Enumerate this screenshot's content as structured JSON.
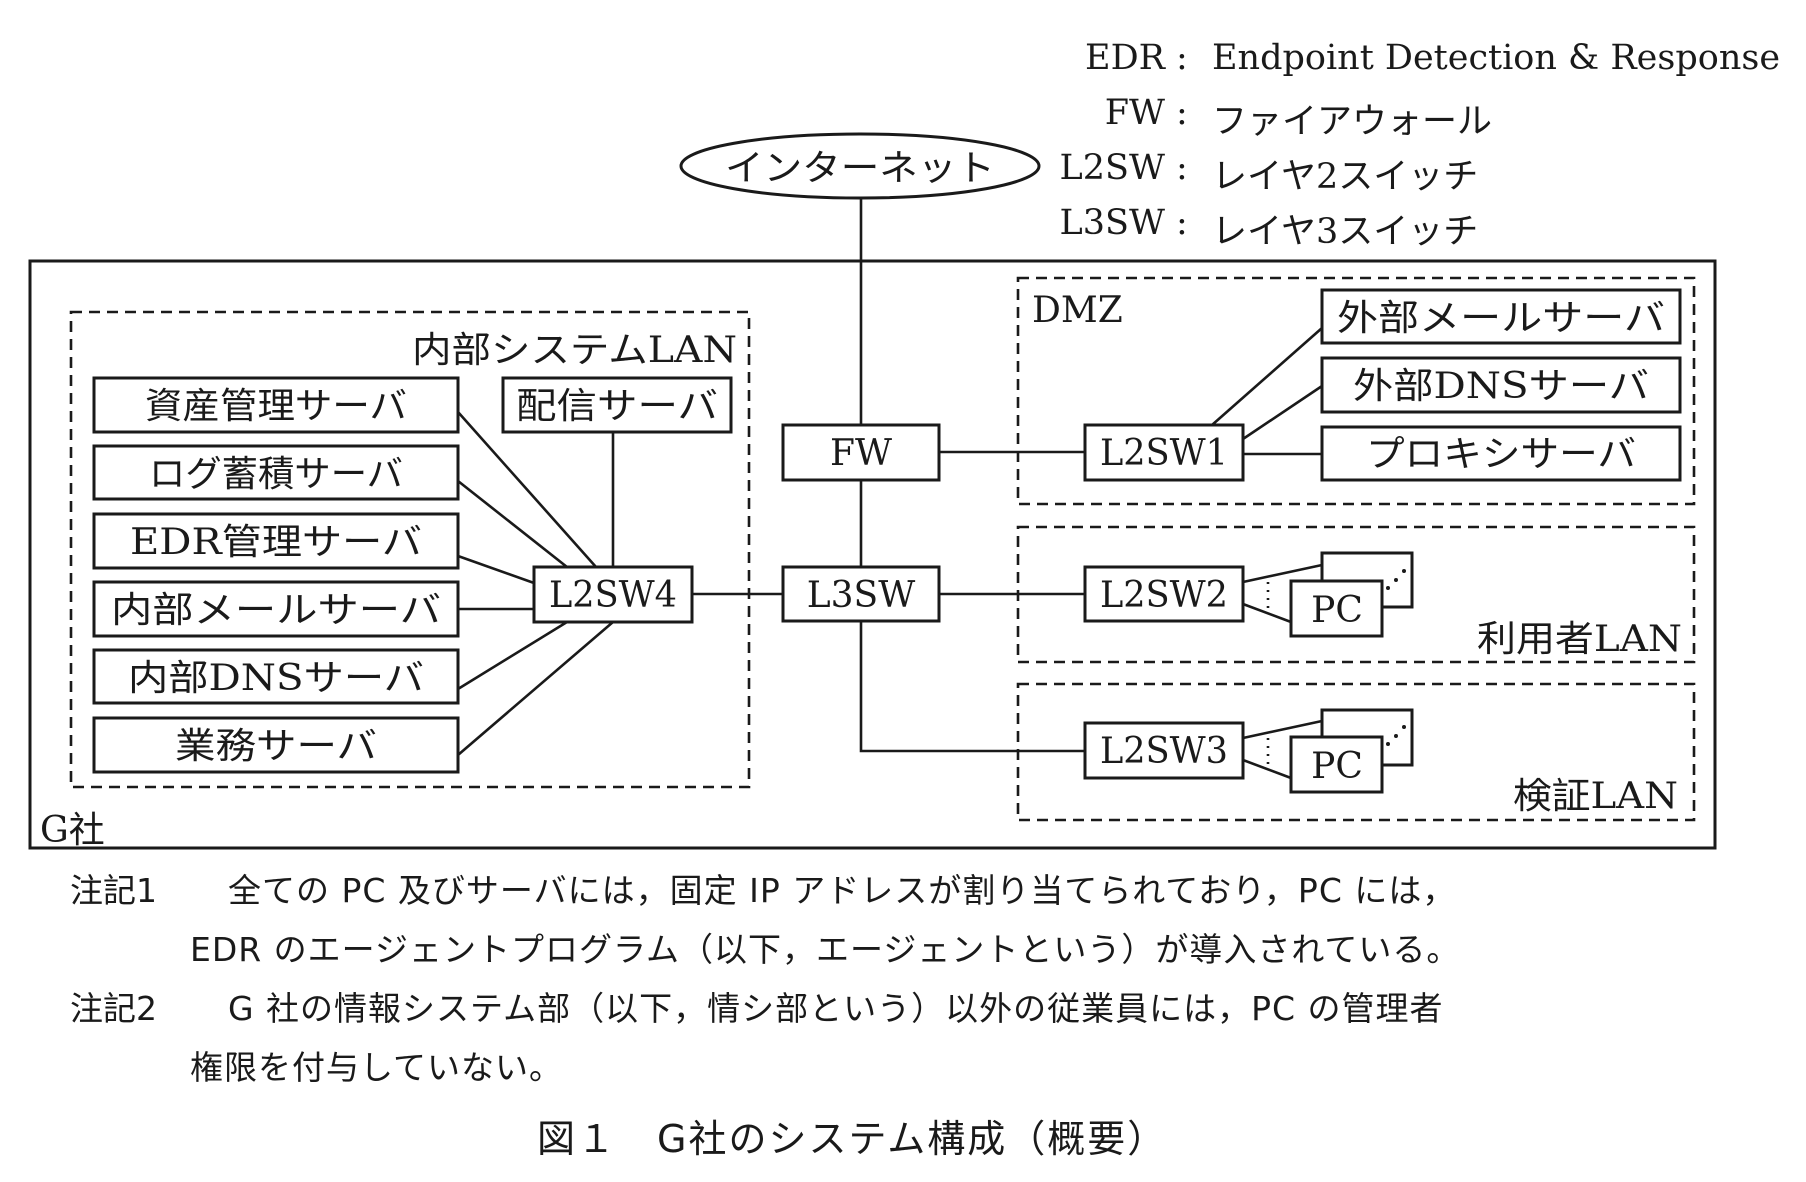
{
  "legend": [
    {
      "abbr": "EDR",
      "definition": "Endpoint Detection & Response"
    },
    {
      "abbr": "FW",
      "definition": "ファイアウォール"
    },
    {
      "abbr": "L2SW",
      "definition": "レイヤ2スイッチ"
    },
    {
      "abbr": "L3SW",
      "definition": "レイヤ3スイッチ"
    }
  ],
  "legend_separator": ":",
  "internet": {
    "label": "インターネット"
  },
  "company": {
    "label": "G社"
  },
  "zones": {
    "internal_lan": {
      "label": "内部システムLAN"
    },
    "dmz": {
      "label": "DMZ"
    },
    "user_lan": {
      "label": "利用者LAN"
    },
    "verification_lan": {
      "label": "検証LAN"
    }
  },
  "devices": {
    "fw": "FW",
    "l3sw": "L3SW",
    "l2sw1": "L2SW1",
    "l2sw2": "L2SW2",
    "l2sw3": "L2SW3",
    "l2sw4": "L2SW4",
    "pc_user": "PC",
    "pc_verification": "PC"
  },
  "internal_servers": [
    "資産管理サーバ",
    "ログ蓄積サーバ",
    "EDR管理サーバ",
    "内部メールサーバ",
    "内部DNSサーバ",
    "業務サーバ"
  ],
  "distribution_server": "配信サーバ",
  "dmz_servers": [
    "外部メールサーバ",
    "外部DNSサーバ",
    "プロキシサーバ"
  ],
  "notes": [
    {
      "key": "注記1",
      "lines": [
        "全ての PC 及びサーバには，固定 IP アドレスが割り当てられており，PC には，",
        "EDR のエージェントプログラム（以下，エージェントという）が導入されている。"
      ]
    },
    {
      "key": "注記2",
      "lines": [
        "G 社の情報システム部（以下，情シ部という）以外の従業員には，PC の管理者",
        "権限を付与していない。"
      ]
    }
  ],
  "caption": "図１　G社のシステム構成（概要）"
}
